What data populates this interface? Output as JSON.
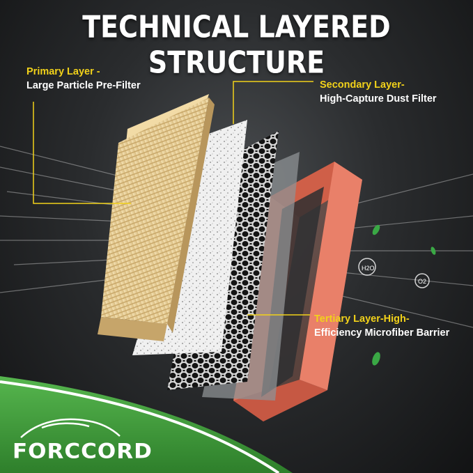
{
  "title": "TECHNICAL LAYERED STRUCTURE",
  "callouts": {
    "primary": {
      "head": "Primary Layer -",
      "sub": "Large Particle Pre-Filter"
    },
    "secondary": {
      "head": "Secondary Layer-",
      "sub": "High-Capture Dust Filter"
    },
    "tertiary": {
      "head": "Tertiary Layer-High-",
      "sub": "Efficiency Microfiber Barrier"
    }
  },
  "brand": {
    "name": "FORCCORD"
  },
  "bubbles": {
    "water": "H2O",
    "oxygen": "O2"
  },
  "colors": {
    "accent_yellow": "#f2d21a",
    "brand_green": "#3f9a3a",
    "filter_paper": "#e8cf9a",
    "frame_orange": "#e2735a"
  }
}
